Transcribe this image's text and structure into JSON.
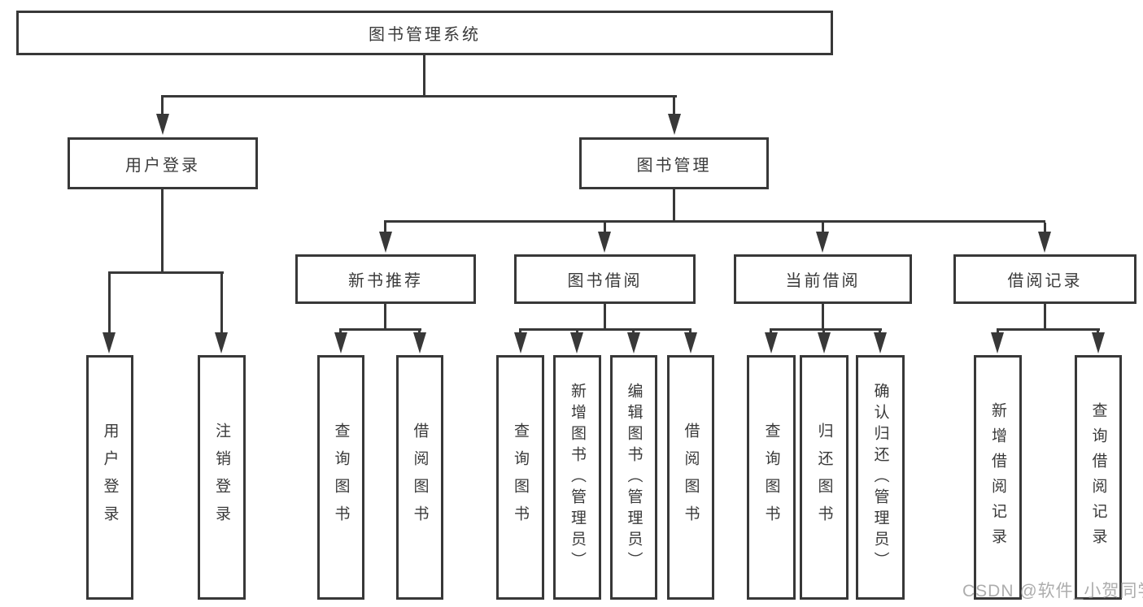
{
  "diagram": {
    "type": "hierarchy-tree",
    "root": {
      "label": "图书管理系统"
    },
    "branches": [
      {
        "label": "用户登录",
        "children": [
          {
            "label": "用户登录"
          },
          {
            "label": "注销登录"
          }
        ]
      },
      {
        "label": "图书管理",
        "sections": [
          {
            "label": "新书推荐",
            "children": [
              {
                "label": "查询图书"
              },
              {
                "label": "借阅图书"
              }
            ]
          },
          {
            "label": "图书借阅",
            "children": [
              {
                "label": "查询图书"
              },
              {
                "label": "新增图书（管理员）"
              },
              {
                "label": "编辑图书（管理员）"
              },
              {
                "label": "借阅图书"
              }
            ]
          },
          {
            "label": "当前借阅",
            "children": [
              {
                "label": "查询图书"
              },
              {
                "label": "归还图书"
              },
              {
                "label": "确认归还（管理员）"
              }
            ]
          },
          {
            "label": "借阅记录",
            "children": [
              {
                "label": "新增借阅记录"
              },
              {
                "label": "查询借阅记录"
              }
            ]
          }
        ]
      }
    ],
    "watermark": "CSDN @软件_小贺同学",
    "colors": {
      "line": "#383838",
      "text": "#3a3a3a",
      "background": "#ffffff",
      "watermark": "#969696"
    }
  }
}
